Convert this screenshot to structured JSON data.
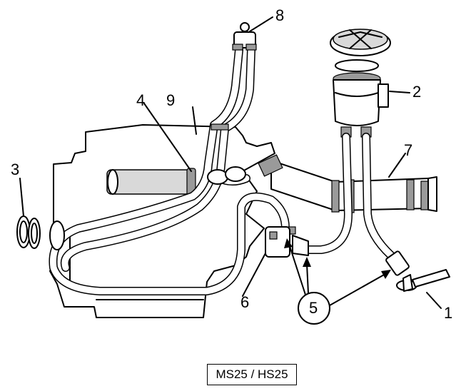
{
  "callouts": {
    "c1": "1",
    "c2": "2",
    "c3": "3",
    "c4": "4",
    "c5": "5",
    "c6": "6",
    "c7": "7",
    "c8": "8",
    "c9": "9"
  },
  "caption": "MS25 / HS25",
  "colors": {
    "line": "#000000",
    "background": "#ffffff",
    "shade": "#d9d9d9"
  }
}
